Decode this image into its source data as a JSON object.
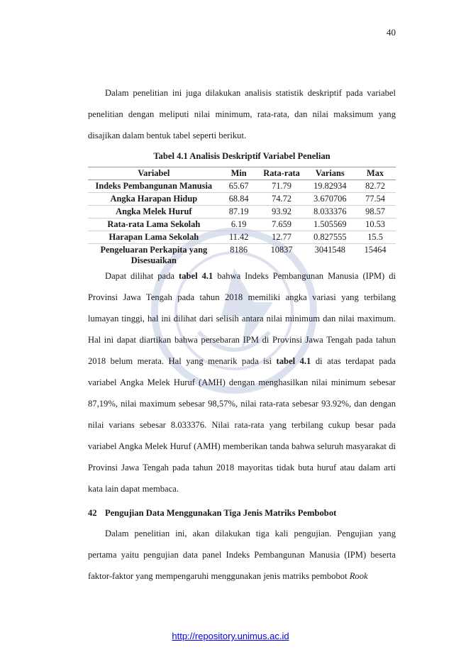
{
  "page_number": "40",
  "intro_paragraph": "Dalam penelitian ini juga dilakukan analisis statistik deskriptif pada variabel penelitian dengan meliputi nilai minimum, rata-rata, dan nilai maksimum yang disajikan dalam bentuk tabel seperti berikut.",
  "table": {
    "caption": "Tabel 4.1 Analisis Deskriptif Variabel Penelian",
    "headers": [
      "Variabel",
      "Min",
      "Rata-rata",
      "Varians",
      "Max"
    ],
    "rows": [
      [
        "Indeks Pembangunan Manusia",
        "65.67",
        "71.79",
        "19.82934",
        "82.72"
      ],
      [
        "Angka Harapan Hidup",
        "68.84",
        "74.72",
        "3.670706",
        "77.54"
      ],
      [
        "Angka Melek Huruf",
        "87.19",
        "93.92",
        "8.033376",
        "98.57"
      ],
      [
        "Rata-rata Lama Sekolah",
        "6.19",
        "7.659",
        "1.505569",
        "10.53"
      ],
      [
        "Harapan Lama Sekolah",
        "11.42",
        "12.77",
        "0.827555",
        "15.5"
      ],
      [
        "Pengeluaran Perkapita yang Disesuaikan",
        "8186",
        "10837",
        "3041548",
        "15464"
      ]
    ]
  },
  "analysis_paragraph": {
    "p1": "Dapat dilihat pada ",
    "ref1": "tabel 4.1",
    "p2": " bahwa Indeks Pembangunan Manusia (IPM) di Provinsi Jawa Tengah pada tahun 2018 memiliki angka variasi yang terbilang lumayan tinggi, hal ini dilihat dari selisih antara nilai minimum dan nilai maximum. Hal ini dapat diartikan bahwa persebaran IPM di Provinsi Jawa Tengah pada tahun 2018 belum merata. Hal yang menarik pada isi ",
    "ref2": "tabel 4.1",
    "p3": " di atas terdapat pada variabel Angka Melek Huruf (AMH) dengan menghasilkan nilai minimum sebesar 87,19%, nilai maximum sebesar 98,57%, nilai rata-rata sebesar 93.92%, dan dengan nilai varians sebesar 8.033376. Nilai rata-rata yang terbilang cukup besar pada variabel Angka Melek Huruf (AMH) memberikan tanda bahwa seluruh masyarakat di Provinsi Jawa Tengah pada tahun 2018 mayoritas tidak buta huruf atau dalam arti kata lain dapat membaca."
  },
  "section": {
    "number": "42",
    "title": "Pengujian Data Menggunakan Tiga Jenis Matriks Pembobot"
  },
  "section_paragraph": {
    "text": "Dalam penelitian ini, akan dilakukan tiga kali pengujian. Pengujian yang pertama yaitu pengujian data panel Indeks Pembangunan Manusia (IPM) beserta faktor-faktor yang mempengaruhi menggunakan jenis matriks pembobot ",
    "italic": "Rook"
  },
  "footer_link": "http://repository.unimus.ac.id"
}
